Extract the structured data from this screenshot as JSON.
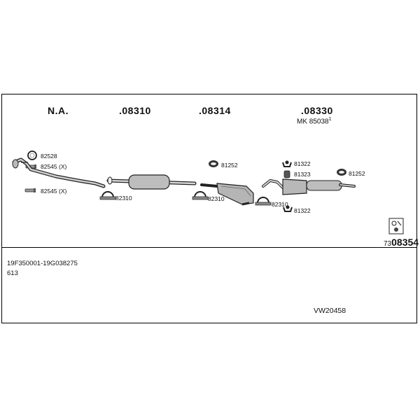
{
  "headers": {
    "col1": "N.A.",
    "col2": ".08310",
    "col3": ".08314",
    "col4": ".08330"
  },
  "col4_sub": {
    "prefix": "MK",
    "number": "85038",
    "note": "1"
  },
  "parts": {
    "p82528": "82528",
    "p82545_top": "82545 (X)",
    "p82545_bottom": "82545 (X)",
    "p82310_a": "82310",
    "p81252_a": "81252",
    "p82310_b": "82310",
    "p81322_top": "81322",
    "p81323": "81323",
    "p81252_b": "81252",
    "p82310_c": "82310",
    "p81322_bottom": "81322"
  },
  "catalog_code": {
    "prefix": "73",
    "main": "08354"
  },
  "footer": {
    "vin_range": "19F350001-19G038275",
    "model_code": "613",
    "reference": "VW20458"
  }
}
